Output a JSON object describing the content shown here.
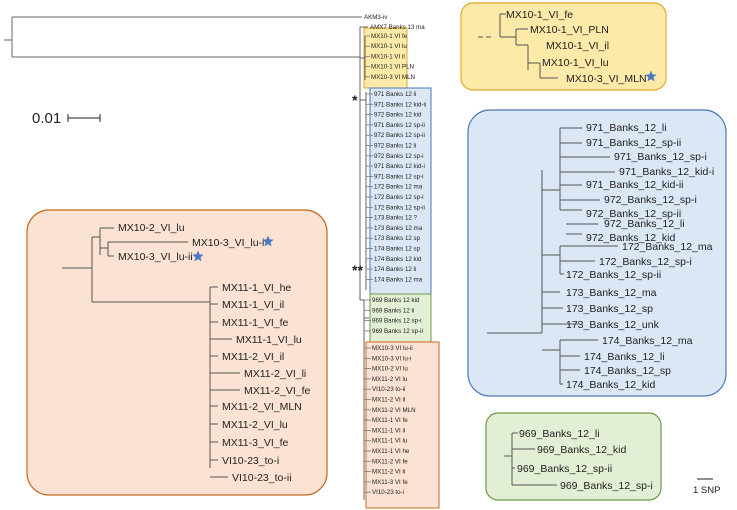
{
  "main_tree": {
    "outgroup_labels": [
      "AKM3-iv",
      "AMX7 Banks 13 ma"
    ],
    "yellow_labels": [
      "MX10-1 VI fe",
      "MX10-1 VI lu",
      "MX10-1 VI il",
      "MX10-1 VI PLN",
      "MX10-3 VI MLN"
    ],
    "blue_labels": [
      "971 Banks 12 li",
      "971 Banks 12 kid-ii",
      "972 Banks 12 kid",
      "971 Banks 12 sp-ii",
      "972 Banks 12 sp-ii",
      "972 Banks 12 li",
      "972 Banks 12 sp-i",
      "971 Banks 12 kid-i",
      "971 Banks 12 sp-i",
      "172 Banks 12 ma",
      "172 Banks 12 sp-i",
      "172 Banks 12 sp-ii",
      "173 Banks 12 ?",
      "173 Banks 12 ma",
      "173 Banks 12 sp",
      "174 Banks 12 sp",
      "174 Banks 12 kid",
      "174 Banks 12 li",
      "174 Banks 12 ma"
    ],
    "green_labels": [
      "969 Banks 12 kid",
      "969 Banks 12 li",
      "969 Banks 12 sp-i",
      "969 Banks 12 sp-ii"
    ],
    "orange_labels": [
      "MX10-3 VI lu-ii",
      "MX10-3 VI lu-i",
      "MX10-2 VI lu",
      "MX11-2 VI lu",
      "VI10-23 to-ii",
      "MX11-2 VI il",
      "MX11-2 VI MLN",
      "MX11-1 VI fe",
      "MX11-1 VI il",
      "MX11-1 VI lu",
      "MX11-1 VI he",
      "MX11-2 VI fe",
      "MX11-2 VI li",
      "MX11-3 VI fe",
      "VI10-23 to-i"
    ],
    "asterisk_single": "*",
    "asterisk_double": "**"
  },
  "scale_main": {
    "label": "0.01"
  },
  "scale_snp": {
    "label": "1 SNP"
  },
  "zoom_yellow": [
    "MX10-1_VI_fe",
    "MX10-1_VI_PLN",
    "MX10-1_VI_il",
    "MX10-1_VI_lu",
    "MX10-3_VI_MLN"
  ],
  "zoom_blue": [
    "971_Banks_12_li",
    "971_Banks_12_sp-ii",
    "971_Banks_12_sp-i",
    "971_Banks_12_kid-i",
    "971_Banks_12_kid-ii",
    "972_Banks_12_sp-i",
    "972_Banks_12_sp-ii",
    "972_Banks_12_li",
    "972_Banks_12_kid",
    "172_Banks_12_ma",
    "172_Banks_12_sp-i",
    "172_Banks_12_sp-ii",
    "173_Banks_12_ma",
    "173_Banks_12_sp",
    "173_Banks_12_unk",
    "174_Banks_12_ma",
    "174_Banks_12_li",
    "174_Banks_12_sp",
    "174_Banks_12_kid"
  ],
  "zoom_green": [
    "969_Banks_12_li",
    "969_Banks_12_kid",
    "969_Banks_12_sp-ii",
    "969_Banks_12_sp-i"
  ],
  "zoom_orange": [
    "MX10-2_VI_lu",
    "MX10-3_VI_lu-i",
    "MX10-3_VI_lu-ii",
    "MX11-1_VI_he",
    "MX11-1_VI_il",
    "MX11-1_VI_fe",
    "MX11-1_VI_lu",
    "MX11-2_VI_il",
    "MX11-2_VI_li",
    "MX11-2_VI_fe",
    "MX11-2_VI_MLN",
    "MX11-2_VI_lu",
    "MX11-3_VI_fe",
    "VI10-23_to-i",
    "VI10-23_to-ii"
  ],
  "colors": {
    "yellow_fill": "#fde9a8",
    "yellow_stroke": "#e5a82a",
    "blue_fill": "#dbe7f5",
    "blue_stroke": "#4a7ab8",
    "green_fill": "#e3efd5",
    "green_stroke": "#6f9a45",
    "orange_fill": "#fbe2d2",
    "orange_stroke": "#c5691f",
    "star": "#4b78c4",
    "branch": "#666666"
  }
}
